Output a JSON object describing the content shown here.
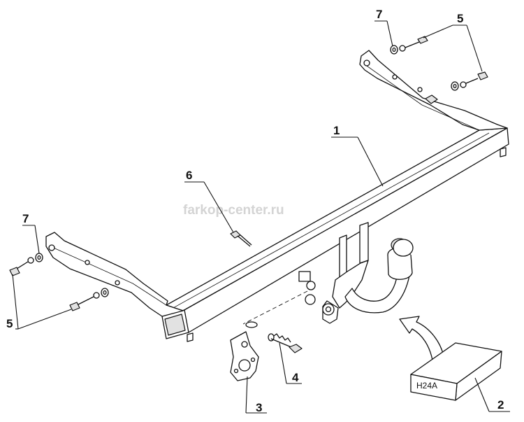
{
  "watermark": "farkop-center.ru",
  "box_code": "H24A",
  "callouts": {
    "c1": "1",
    "c2": "2",
    "c3": "3",
    "c4": "4",
    "c5_top": "5",
    "c5_left": "5",
    "c6": "6",
    "c7_top": "7",
    "c7_left": "7"
  },
  "colors": {
    "line": "#111111",
    "fill": "#ffffff",
    "grey": "#e2e2e2",
    "watermark": "#d4d4d4"
  }
}
